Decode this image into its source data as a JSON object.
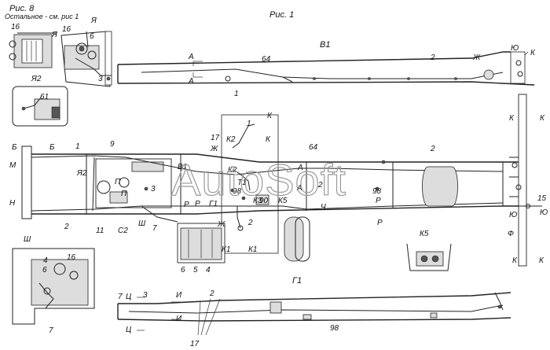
{
  "header": {
    "left_title": "Рис. 8",
    "left_subtitle": "Остальное - см. рис 1",
    "center_title": "Рис. 1"
  },
  "watermark": "AutoSoft",
  "views": {
    "v1": "В1",
    "g1": "Г1",
    "ya": "Я",
    "ya2": "Я2",
    "sh": "Ш",
    "k5": "К5"
  },
  "labels": {
    "n1": "1",
    "n2": "2",
    "n3": "3",
    "n4": "4",
    "n5": "5",
    "n6": "6",
    "n7": "7",
    "n9": "9",
    "n11": "11",
    "n15": "15",
    "n16": "16",
    "n17": "17",
    "n61": "61",
    "n64": "64",
    "n90": "90",
    "n98": "98",
    "A": "А",
    "B": "Б",
    "V1": "В1",
    "G1": "Г1",
    "ZH": "Ж",
    "I": "И",
    "K": "К",
    "K1": "К1",
    "K2": "К2",
    "K3": "К3",
    "K5": "К5",
    "M": "М",
    "N": "Н",
    "P": "П",
    "R": "Р",
    "S2": "С2",
    "T1": "Т1",
    "F": "Ф",
    "TS": "Ц",
    "CH": "Ч",
    "SH": "Ш",
    "YU": "Ю",
    "YA": "Я",
    "YA2": "Я2"
  },
  "colors": {
    "ink": "#222222",
    "watermark": "#9a9a9a",
    "background": "#ffffff"
  }
}
